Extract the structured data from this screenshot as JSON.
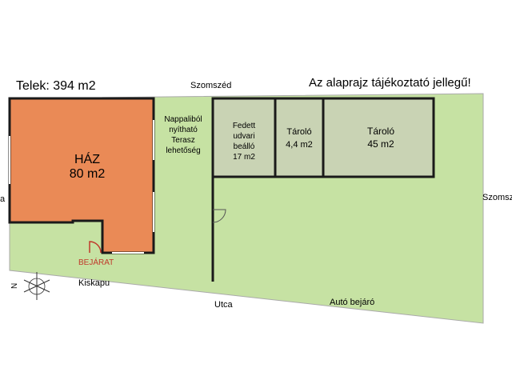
{
  "header": {
    "plot_area": "Telek: 394 m2",
    "disclaimer": "Az alaprajz tájékoztató jellegű!"
  },
  "labels": {
    "neighbor_top": "Szomszéd",
    "neighbor_right": "Szomsz",
    "left_cut": "a",
    "street": "Utca",
    "gate": "Kiskapu",
    "driveway": "Autó bejáró",
    "entrance": "BEJÁRAT"
  },
  "rooms": {
    "house": {
      "name": "HÁZ",
      "area": "80 m2"
    },
    "terrace": {
      "line1": "Nappaliból",
      "line2": "nyítható",
      "line3": "Terasz",
      "line4": "lehetőség"
    },
    "covered_parking": {
      "line1": "Fedett",
      "line2": "udvari",
      "line3": "beálló",
      "line4": "17 m2"
    },
    "storage_small": {
      "name": "Tároló",
      "area": "4,4 m2"
    },
    "storage_large": {
      "name": "Tároló",
      "area": "45 m2"
    }
  },
  "compass": {
    "letter": "N"
  },
  "colors": {
    "yard": "#c6e2a3",
    "house": "#ea8a56",
    "outbuilding": "#c9d3b4",
    "wall": "#1a1a1a",
    "entrance": "#c0392b"
  }
}
